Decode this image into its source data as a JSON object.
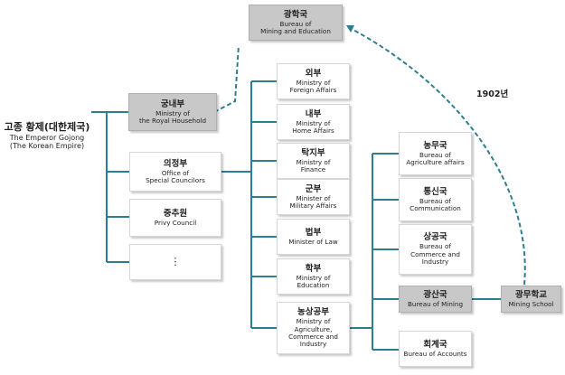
{
  "emperor": {
    "ko": "고종 황제(대한제국)",
    "en": "The Emperor Gojong\n(The Korean Empire)"
  },
  "household": {
    "ko": "궁내부",
    "en": "Ministry of\nthe Royal Household"
  },
  "mining_education": {
    "ko": "광학국",
    "en": "Bureau of\nMining and Education"
  },
  "council_special": {
    "ko": "의정부",
    "en": "Office of\nSpecial Councilors"
  },
  "privy": {
    "ko": "중추원",
    "en": "Privy Council"
  },
  "more": {
    "text": "⋮"
  },
  "ministries": [
    {
      "ko": "외부",
      "en": "Ministry of\nForeign Affairs"
    },
    {
      "ko": "내부",
      "en": "Ministry of\nHome Affairs"
    },
    {
      "ko": "탁지부",
      "en": "Ministry of\nFinance"
    },
    {
      "ko": "군부",
      "en": "Minister of\nMilitary Affairs"
    },
    {
      "ko": "법부",
      "en": "Minister of Law"
    },
    {
      "ko": "학부",
      "en": "Ministry of\nEducation"
    },
    {
      "ko": "농상공부",
      "en": "Ministry of\nAgriculture,\nCommerce and\nIndustry"
    }
  ],
  "bureaus": [
    {
      "ko": "농무국",
      "en": "Bureau of\nAgriculture affairs"
    },
    {
      "ko": "통신국",
      "en": "Bureau of\nCommunication"
    },
    {
      "ko": "상공국",
      "en": "Bureau of\nCommerce and\nIndustry"
    },
    {
      "ko": "광산국",
      "en": "Bureau of Mining"
    },
    {
      "ko": "회계국",
      "en": "Bureau of Accounts"
    }
  ],
  "school": {
    "ko": "광무학교",
    "en": "Mining School"
  },
  "year_label": "1902년",
  "colors": {
    "line": "#2e7d93",
    "gray_box": "#c8c8c8"
  }
}
